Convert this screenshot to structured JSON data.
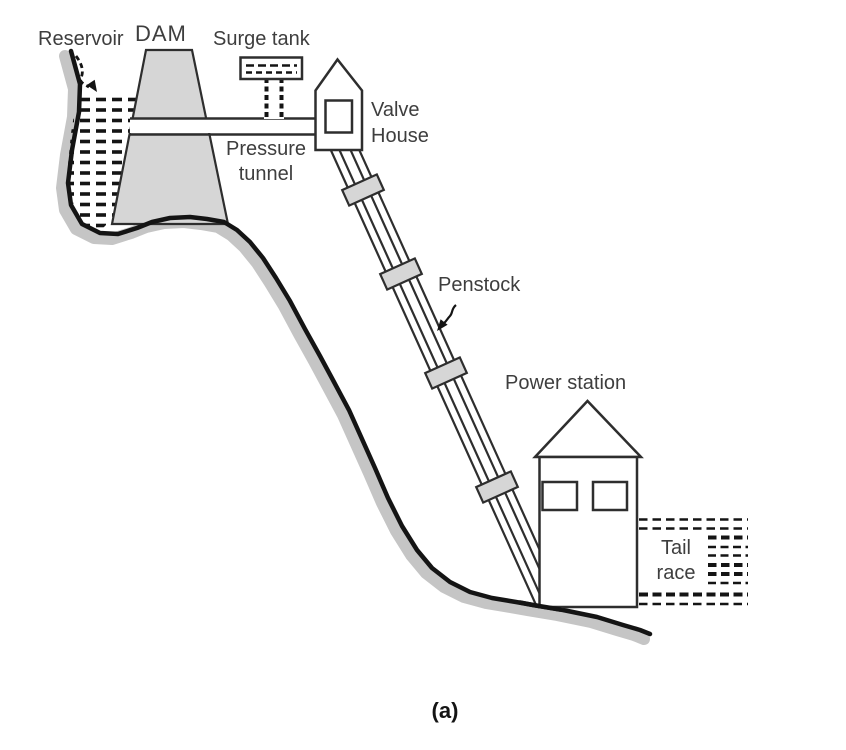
{
  "diagram": {
    "caption": "(a)",
    "labels": {
      "reservoir": "Reservoir",
      "dam": "DAM",
      "surge_tank": "Surge tank",
      "valve_house": [
        "Valve",
        "House"
      ],
      "pressure_tunnel": [
        "Pressure",
        "tunnel"
      ],
      "penstock": "Penstock",
      "power_station": "Power station",
      "tail_race": [
        "Tail",
        "race"
      ]
    },
    "colors": {
      "background": "#ffffff",
      "outline": "#2e2e2e",
      "structure_fill": "#d6d6d6",
      "terrain_shadow": "#c5c5c5",
      "label_text": "#3e3e3e",
      "ink": "#141414"
    }
  }
}
